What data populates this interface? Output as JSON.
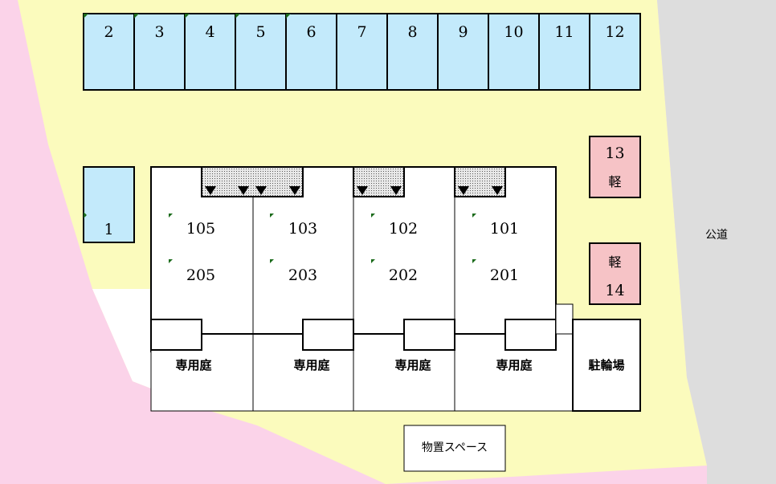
{
  "colors": {
    "lot": "#fbfbbd",
    "neighbor": "#fbd3e9",
    "road": "#dddddd",
    "parking_regular": "#c3eafb",
    "parking_kei": "#f6c3c6",
    "building": "#ffffff",
    "entrance": "#a9a9a9"
  },
  "parking": {
    "spaces": [
      {
        "id": "p1",
        "number": "1"
      },
      {
        "id": "p2",
        "number": "2"
      },
      {
        "id": "p3",
        "number": "3"
      },
      {
        "id": "p4",
        "number": "4"
      },
      {
        "id": "p5",
        "number": "5"
      },
      {
        "id": "p6",
        "number": "6"
      },
      {
        "id": "p7",
        "number": "7"
      },
      {
        "id": "p8",
        "number": "8"
      },
      {
        "id": "p9",
        "number": "9"
      },
      {
        "id": "p10",
        "number": "10"
      },
      {
        "id": "p11",
        "number": "11"
      },
      {
        "id": "p12",
        "number": "12"
      }
    ],
    "kei": [
      {
        "number": "13",
        "tag": "軽"
      },
      {
        "number": "14",
        "tag": "軽"
      }
    ]
  },
  "units": [
    {
      "ground": "105",
      "upper": "205"
    },
    {
      "ground": "103",
      "upper": "203"
    },
    {
      "ground": "102",
      "upper": "202"
    },
    {
      "ground": "101",
      "upper": "201"
    }
  ],
  "labels": {
    "private_garden": "専用庭",
    "bicycle_parking": "駐輪場",
    "storage_space": "物置スペース",
    "public_road": "公道"
  }
}
